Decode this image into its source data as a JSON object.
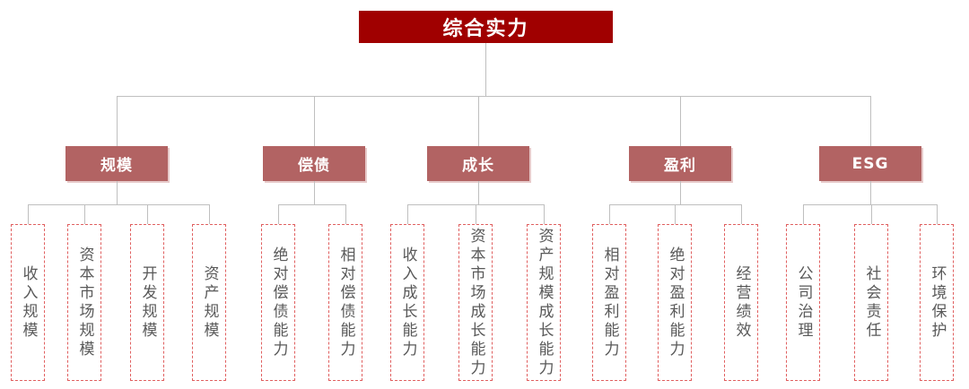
{
  "diagram": {
    "type": "hierarchy-tree",
    "root": "综合实力",
    "groups": [
      {
        "label": "规模",
        "children": [
          "收入规模",
          "资本市场规模",
          "开发规模",
          "资产规模"
        ]
      },
      {
        "label": "偿债",
        "children": [
          "绝对偿债能力",
          "相对偿债能力"
        ]
      },
      {
        "label": "成长",
        "children": [
          "收入成长能力",
          "资本市场成长能力",
          "资产规模成长能力"
        ]
      },
      {
        "label": "盈利",
        "children": [
          "相对盈利能力",
          "绝对盈利能力",
          "经营绩效"
        ]
      },
      {
        "label": "ESG",
        "children": [
          "公司治理",
          "社会责任",
          "环境保护"
        ]
      }
    ],
    "colors": {
      "root_bg": "#A00000",
      "group_bg": "#B26363",
      "leaf_border_dashed": "#E06060",
      "leaf_text": "#595959",
      "connector_line": "#BFBFBF",
      "node_text": "#FFFFFF"
    }
  }
}
